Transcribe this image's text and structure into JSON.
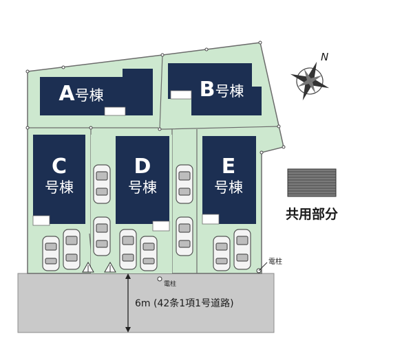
{
  "colors": {
    "lot_green": "#cde8cf",
    "lot_border": "#6b6b6b",
    "house_navy": "#1c2f52",
    "road_gray": "#c9c9c9",
    "legend_fill": "#6f6f6f",
    "bg": "#ffffff"
  },
  "compass": {
    "north_label": "N",
    "icon": "compass-rose-icon"
  },
  "houses": {
    "a": {
      "letter": "A",
      "suffix": "号棟"
    },
    "b": {
      "letter": "B",
      "suffix": "号棟"
    },
    "c": {
      "letter": "C",
      "suffix": "号棟"
    },
    "d": {
      "letter": "D",
      "suffix": "号棟"
    },
    "e": {
      "letter": "E",
      "suffix": "号棟"
    }
  },
  "legend": {
    "label": "共用部分"
  },
  "road": {
    "label": "6m (42条1項1号道路)"
  },
  "utility_pole": {
    "label_right": "電柱",
    "label_road": "電柱"
  }
}
